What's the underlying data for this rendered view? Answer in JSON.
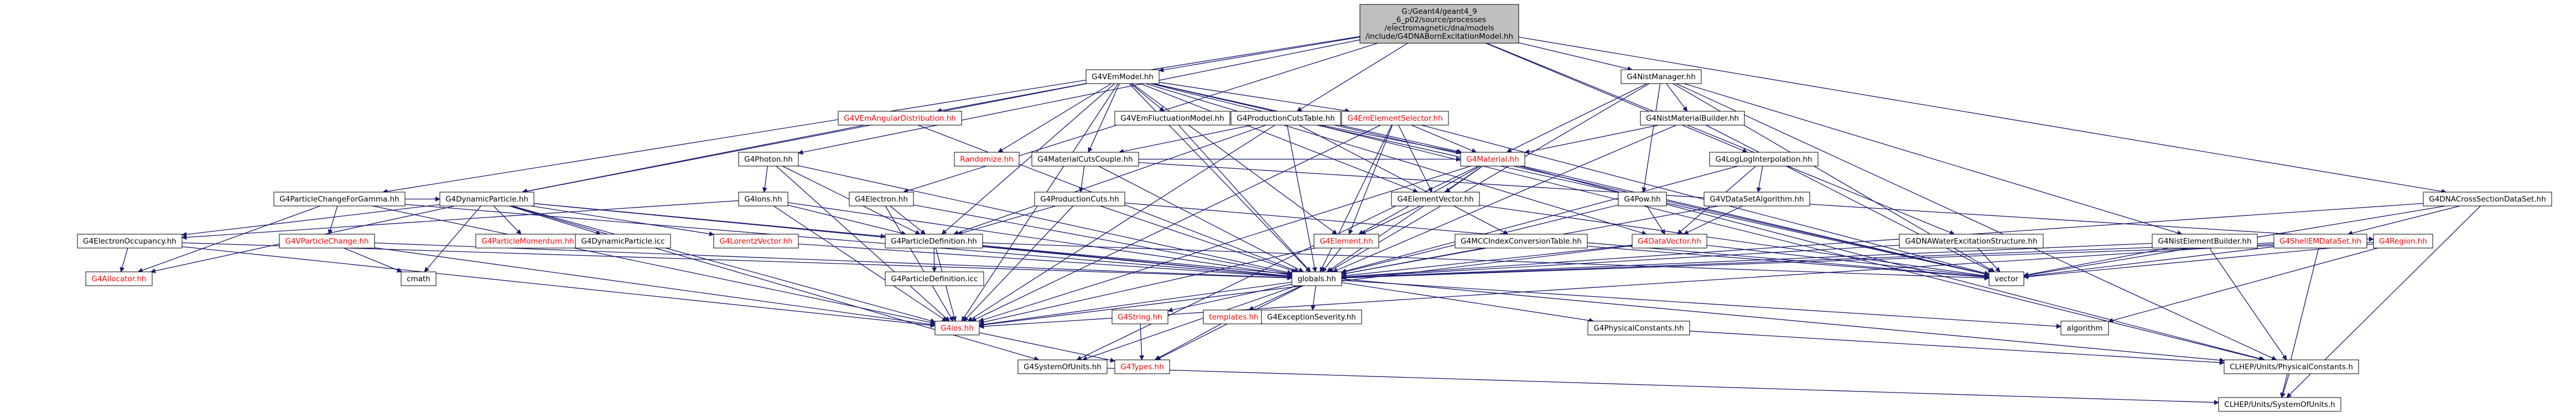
{
  "colors": {
    "edge": "#191970",
    "root_fill": "#bfbfbf",
    "node_fill": "#ffffff",
    "node_border": "#000000",
    "text_normal": "#000000",
    "text_linked": "#ff0000"
  },
  "nodes": [
    {
      "id": "root",
      "lines": [
        "G:/Geant4/geant4_9",
        "_6_p02/source/processes",
        "/electromagnetic/dna/models",
        "/include/G4DNABornExcitationModel.hh"
      ],
      "style": "root"
    },
    {
      "id": "vemmodel",
      "lines": [
        "G4VEmModel.hh"
      ],
      "style": "normal"
    },
    {
      "id": "nistmanager",
      "lines": [
        "G4NistManager.hh"
      ],
      "style": "normal"
    },
    {
      "id": "dnacrosssection",
      "lines": [
        "G4DNACrossSectionDataSet.hh"
      ],
      "style": "normal"
    },
    {
      "id": "dnawaterexcitation",
      "lines": [
        "G4DNAWaterExcitationStructure.hh"
      ],
      "style": "normal"
    },
    {
      "id": "loglog",
      "lines": [
        "G4LogLogInterpolation.hh"
      ],
      "style": "normal"
    },
    {
      "id": "particlechange",
      "lines": [
        "G4ParticleChangeForGamma.hh"
      ],
      "style": "normal"
    },
    {
      "id": "photon",
      "lines": [
        "G4Photon.hh"
      ],
      "style": "normal"
    },
    {
      "id": "electron",
      "lines": [
        "G4Electron.hh"
      ],
      "style": "normal"
    },
    {
      "id": "productioncutstable",
      "lines": [
        "G4ProductionCutsTable.hh"
      ],
      "style": "normal"
    },
    {
      "id": "vemangular",
      "lines": [
        "G4VEmAngularDistribution.hh"
      ],
      "style": "linked"
    },
    {
      "id": "vemfluct",
      "lines": [
        "G4VEmFluctuationModel.hh"
      ],
      "style": "normal"
    },
    {
      "id": "emelementselector",
      "lines": [
        "G4EmElementSelector.hh"
      ],
      "style": "linked"
    },
    {
      "id": "nistmaterialbuilder",
      "lines": [
        "G4NistMaterialBuilder.hh"
      ],
      "style": "normal"
    },
    {
      "id": "randomize",
      "lines": [
        "Randomize.hh"
      ],
      "style": "linked"
    },
    {
      "id": "material",
      "lines": [
        "G4Material.hh"
      ],
      "style": "linked"
    },
    {
      "id": "materialcutscouple",
      "lines": [
        "G4MaterialCutsCouple.hh"
      ],
      "style": "normal"
    },
    {
      "id": "ions",
      "lines": [
        "G4Ions.hh"
      ],
      "style": "normal"
    },
    {
      "id": "dynamicparticle",
      "lines": [
        "G4DynamicParticle.hh"
      ],
      "style": "normal"
    },
    {
      "id": "elementvector",
      "lines": [
        "G4ElementVector.hh"
      ],
      "style": "normal"
    },
    {
      "id": "productioncuts",
      "lines": [
        "G4ProductionCuts.hh"
      ],
      "style": "normal"
    },
    {
      "id": "pow",
      "lines": [
        "G4Pow.hh"
      ],
      "style": "normal"
    },
    {
      "id": "vdatasetalgorithm",
      "lines": [
        "G4VDataSetAlgorithm.hh"
      ],
      "style": "normal"
    },
    {
      "id": "dnacrossdataset_shell",
      "lines": [
        "G4ShellEMDataSet.hh"
      ],
      "style": "linked"
    },
    {
      "id": "fpregion",
      "lines": [
        "G4Region.hh"
      ],
      "style": "linked"
    },
    {
      "id": "nistelementbuilder",
      "lines": [
        "G4NistElementBuilder.hh"
      ],
      "style": "normal"
    },
    {
      "id": "electronoccupancy",
      "lines": [
        "G4ElectronOccupancy.hh"
      ],
      "style": "normal"
    },
    {
      "id": "vparticlechange",
      "lines": [
        "G4VParticleChange.hh"
      ],
      "style": "linked"
    },
    {
      "id": "particlemomentum",
      "lines": [
        "G4ParticleMomentum.hh"
      ],
      "style": "linked"
    },
    {
      "id": "dynamicparticleicc",
      "lines": [
        "G4DynamicParticle.icc"
      ],
      "style": "plain"
    },
    {
      "id": "lorentzvector",
      "lines": [
        "G4LorentzVector.hh"
      ],
      "style": "linked"
    },
    {
      "id": "particledefinition",
      "lines": [
        "G4ParticleDefinition.hh"
      ],
      "style": "normal"
    },
    {
      "id": "element",
      "lines": [
        "G4Element.hh"
      ],
      "style": "linked"
    },
    {
      "id": "mcindex",
      "lines": [
        "G4MCCIndexConversionTable.hh"
      ],
      "style": "normal"
    },
    {
      "id": "datavector",
      "lines": [
        "G4DataVector.hh"
      ],
      "style": "linked"
    },
    {
      "id": "vector",
      "lines": [
        "vector"
      ],
      "style": "plain"
    },
    {
      "id": "allocator",
      "lines": [
        "G4Allocator.hh"
      ],
      "style": "linked"
    },
    {
      "id": "cmath",
      "lines": [
        "cmath"
      ],
      "style": "plain"
    },
    {
      "id": "globals",
      "lines": [
        "globals.hh"
      ],
      "style": "normal"
    },
    {
      "id": "particledefinitionicc",
      "lines": [
        "G4ParticleDefinition.icc"
      ],
      "style": "plain"
    },
    {
      "id": "g4string",
      "lines": [
        "G4String.hh"
      ],
      "style": "linked"
    },
    {
      "id": "templates",
      "lines": [
        "templates.hh"
      ],
      "style": "linked"
    },
    {
      "id": "exceptionseverity",
      "lines": [
        "G4ExceptionSeverity.hh"
      ],
      "style": "normal"
    },
    {
      "id": "ios",
      "lines": [
        "G4ios.hh"
      ],
      "style": "linked"
    },
    {
      "id": "physicalconstants",
      "lines": [
        "G4PhysicalConstants.hh"
      ],
      "style": "normal"
    },
    {
      "id": "algorithm",
      "lines": [
        "algorithm"
      ],
      "style": "plain"
    },
    {
      "id": "systemofunits",
      "lines": [
        "G4SystemOfUnits.hh"
      ],
      "style": "normal"
    },
    {
      "id": "types",
      "lines": [
        "G4Types.hh"
      ],
      "style": "linked"
    },
    {
      "id": "clhep_phys",
      "lines": [
        "CLHEP/Units/PhysicalConstants.h"
      ],
      "style": "normal"
    },
    {
      "id": "clhep_units",
      "lines": [
        "CLHEP/Units/SystemOfUnits.h"
      ],
      "style": "normal"
    }
  ],
  "edges": [
    [
      "root",
      "vemmodel"
    ],
    [
      "root",
      "nistmanager"
    ],
    [
      "root",
      "dnacrosssection"
    ],
    [
      "root",
      "dnawaterexcitation"
    ],
    [
      "root",
      "loglog"
    ],
    [
      "root",
      "particlechange"
    ],
    [
      "root",
      "photon"
    ],
    [
      "root",
      "electron"
    ],
    [
      "root",
      "productioncutstable"
    ],
    [
      "vemmodel",
      "vemangular"
    ],
    [
      "vemmodel",
      "vemfluct"
    ],
    [
      "vemmodel",
      "emelementselector"
    ],
    [
      "vemmodel",
      "randomize"
    ],
    [
      "vemmodel",
      "material"
    ],
    [
      "vemmodel",
      "dynamicparticle"
    ],
    [
      "vemmodel",
      "particledefinition"
    ],
    [
      "vemmodel",
      "globals"
    ],
    [
      "vemmodel",
      "element"
    ],
    [
      "vemmodel",
      "elementvector"
    ],
    [
      "vemmodel",
      "materialcutscouple"
    ],
    [
      "vemmodel",
      "datavector"
    ],
    [
      "vemmodel",
      "vector"
    ],
    [
      "vemmodel",
      "clhep_phys"
    ],
    [
      "vemmodel",
      "ios"
    ],
    [
      "nistmanager",
      "nistmaterialbuilder"
    ],
    [
      "nistmanager",
      "nistelementbuilder"
    ],
    [
      "nistmanager",
      "material"
    ],
    [
      "nistmanager",
      "pow"
    ],
    [
      "nistmanager",
      "globals"
    ],
    [
      "nistmanager",
      "vector"
    ],
    [
      "nistmanager",
      "clhep_phys"
    ],
    [
      "nistmaterialbuilder",
      "material"
    ],
    [
      "nistmaterialbuilder",
      "globals"
    ],
    [
      "nistmaterialbuilder",
      "vector"
    ],
    [
      "dnacrosssection",
      "dnacrossdataset_shell"
    ],
    [
      "dnacrosssection",
      "clhep_units"
    ],
    [
      "dnacrosssection",
      "globals"
    ],
    [
      "dnacrosssection",
      "vector"
    ],
    [
      "dnacrossdataset_shell",
      "globals"
    ],
    [
      "dnacrossdataset_shell",
      "vector"
    ],
    [
      "dnacrossdataset_shell",
      "ios"
    ],
    [
      "dnacrossdataset_shell",
      "clhep_units"
    ],
    [
      "dnawaterexcitation",
      "globals"
    ],
    [
      "dnawaterexcitation",
      "vector"
    ],
    [
      "loglog",
      "vdatasetalgorithm"
    ],
    [
      "loglog",
      "globals"
    ],
    [
      "loglog",
      "datavector"
    ],
    [
      "vdatasetalgorithm",
      "globals"
    ],
    [
      "vdatasetalgorithm",
      "datavector"
    ],
    [
      "particlechange",
      "vparticlechange"
    ],
    [
      "particlechange",
      "globals"
    ],
    [
      "particlechange",
      "ios"
    ],
    [
      "particlechange",
      "allocator"
    ],
    [
      "particlechange",
      "dynamicparticle"
    ],
    [
      "photon",
      "ions"
    ],
    [
      "photon",
      "globals"
    ],
    [
      "photon",
      "particledefinition"
    ],
    [
      "photon",
      "ios"
    ],
    [
      "electron",
      "particledefinition"
    ],
    [
      "electron",
      "globals"
    ],
    [
      "electron",
      "ios"
    ],
    [
      "productioncutstable",
      "materialcutscouple"
    ],
    [
      "productioncutstable",
      "globals"
    ],
    [
      "productioncutstable",
      "material"
    ],
    [
      "productioncutstable",
      "mcindex"
    ],
    [
      "productioncutstable",
      "vector"
    ],
    [
      "productioncutstable",
      "ios"
    ],
    [
      "productioncutstable",
      "particledefinition"
    ],
    [
      "materialcutscouple",
      "productioncuts"
    ],
    [
      "materialcutscouple",
      "globals"
    ],
    [
      "materialcutscouple",
      "material"
    ],
    [
      "materialcutscouple",
      "fpregion"
    ],
    [
      "productioncuts",
      "globals"
    ],
    [
      "productioncuts",
      "particledefinition"
    ],
    [
      "productioncuts",
      "ios"
    ],
    [
      "productioncuts",
      "vector"
    ],
    [
      "ions",
      "particledefinition"
    ],
    [
      "ions",
      "globals"
    ],
    [
      "ions",
      "ios"
    ],
    [
      "ions",
      "electronoccupancy"
    ],
    [
      "dynamicparticle",
      "electronoccupancy"
    ],
    [
      "dynamicparticle",
      "particlemomentum"
    ],
    [
      "dynamicparticle",
      "dynamicparticleicc"
    ],
    [
      "dynamicparticle",
      "lorentzvector"
    ],
    [
      "dynamicparticle",
      "particledefinition"
    ],
    [
      "dynamicparticle",
      "globals"
    ],
    [
      "dynamicparticle",
      "cmath"
    ],
    [
      "dynamicparticle",
      "allocator"
    ],
    [
      "dynamicparticle",
      "ios"
    ],
    [
      "dynamicparticle",
      "systemofunits"
    ],
    [
      "electronoccupancy",
      "globals"
    ],
    [
      "electronoccupancy",
      "allocator"
    ],
    [
      "electronoccupancy",
      "ios"
    ],
    [
      "vparticlechange",
      "globals"
    ],
    [
      "vparticlechange",
      "ios"
    ],
    [
      "vparticlechange",
      "cmath"
    ],
    [
      "lorentzvector",
      "globals"
    ],
    [
      "particledefinition",
      "globals"
    ],
    [
      "particledefinition",
      "ios"
    ],
    [
      "particledefinition",
      "particledefinitionicc"
    ],
    [
      "particledefinition",
      "vector"
    ],
    [
      "particledefinition",
      "clhep_phys"
    ],
    [
      "emelementselector",
      "material"
    ],
    [
      "emelementselector",
      "element"
    ],
    [
      "emelementselector",
      "elementvector"
    ],
    [
      "emelementselector",
      "globals"
    ],
    [
      "emelementselector",
      "vector"
    ],
    [
      "emelementselector",
      "ios"
    ],
    [
      "material",
      "element"
    ],
    [
      "material",
      "elementvector"
    ],
    [
      "material",
      "globals"
    ],
    [
      "material",
      "vector"
    ],
    [
      "material",
      "ios"
    ],
    [
      "material",
      "clhep_phys"
    ],
    [
      "material",
      "systemofunits"
    ],
    [
      "elementvector",
      "element"
    ],
    [
      "elementvector",
      "vector"
    ],
    [
      "element",
      "globals"
    ],
    [
      "element",
      "ios"
    ],
    [
      "mcindex",
      "globals"
    ],
    [
      "mcindex",
      "vector"
    ],
    [
      "datavector",
      "globals"
    ],
    [
      "datavector",
      "vector"
    ],
    [
      "datavector",
      "ios"
    ],
    [
      "pow",
      "globals"
    ],
    [
      "pow",
      "datavector"
    ],
    [
      "nistelementbuilder",
      "globals"
    ],
    [
      "nistelementbuilder",
      "clhep_phys"
    ],
    [
      "nistelementbuilder",
      "vector"
    ],
    [
      "fpregion",
      "globals"
    ],
    [
      "fpregion",
      "vector"
    ],
    [
      "fpregion",
      "algorithm"
    ],
    [
      "vemangular",
      "globals"
    ],
    [
      "vemangular",
      "dynamicparticle"
    ],
    [
      "vemfluct",
      "globals"
    ],
    [
      "globals",
      "ios"
    ],
    [
      "globals",
      "g4string"
    ],
    [
      "globals",
      "templates"
    ],
    [
      "globals",
      "exceptionseverity"
    ],
    [
      "globals",
      "physicalconstants"
    ],
    [
      "globals",
      "systemofunits"
    ],
    [
      "globals",
      "types"
    ],
    [
      "globals",
      "algorithm"
    ],
    [
      "ios",
      "types"
    ],
    [
      "g4string",
      "types"
    ],
    [
      "templates",
      "types"
    ],
    [
      "physicalconstants",
      "clhep_phys"
    ],
    [
      "systemofunits",
      "clhep_units"
    ],
    [
      "clhep_phys",
      "clhep_units"
    ]
  ]
}
